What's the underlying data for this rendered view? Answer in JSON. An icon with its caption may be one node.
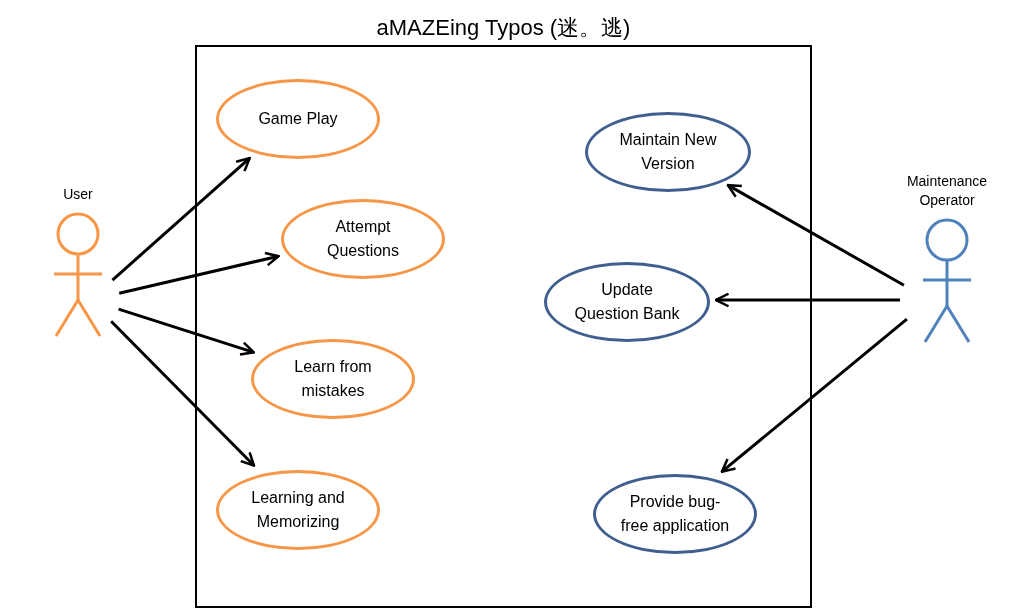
{
  "diagram": {
    "nodes": [
      {
        "text": [
          "aMAZEing Typos (迷。逃)"
        ]
      },
      {
        "text": [
          "User"
        ]
      },
      {
        "text": [
          "Game Play"
        ],
        "in": 0
      },
      {
        "text": [
          "Attempt Questions"
        ],
        "in": 0
      },
      {
        "text": [
          "Learn from mistakes"
        ],
        "in": 0
      },
      {
        "text": [
          "Learning and Memorizing"
        ],
        "in": 0
      },
      {
        "text": [
          "Maintain New Version"
        ],
        "in": 0
      },
      {
        "text": [
          "Update Question Bank"
        ],
        "in": 0
      },
      {
        "text": [
          "Provide bug-free application"
        ],
        "in": 0
      },
      {
        "text": [
          "Maintenance Operator"
        ]
      }
    ],
    "edges": [
      {
        "from": 1,
        "to": 2,
        "arrow": "to"
      },
      {
        "from": 1,
        "to": 3,
        "arrow": "to"
      },
      {
        "from": 1,
        "to": 4,
        "arrow": "to"
      },
      {
        "from": 1,
        "to": 5,
        "arrow": "to"
      },
      {
        "from": 9,
        "to": 6,
        "arrow": "to"
      },
      {
        "from": 9,
        "to": 7,
        "arrow": "to"
      },
      {
        "from": 9,
        "to": 8,
        "arrow": "to"
      }
    ]
  }
}
